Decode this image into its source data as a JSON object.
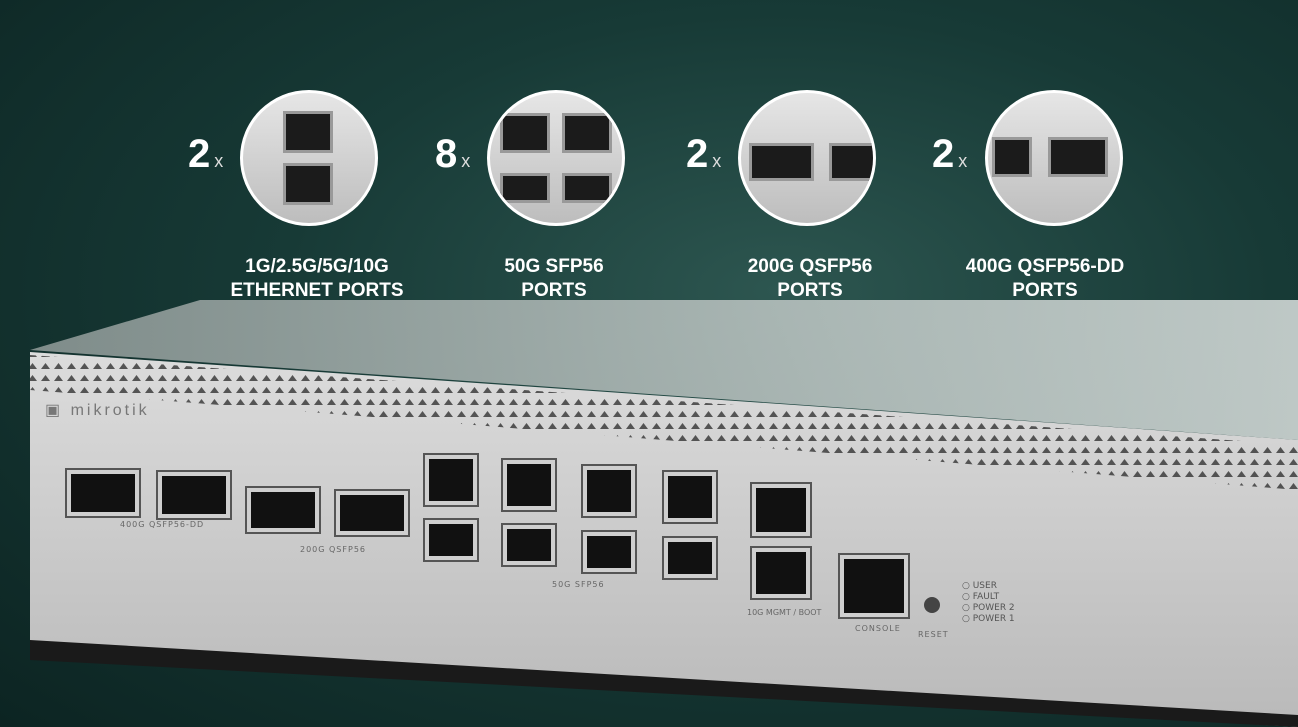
{
  "features": [
    {
      "count": "2",
      "x": "x",
      "label_line1": "1G/2.5G/5G/10G",
      "label_line2": "ETHERNET PORTS"
    },
    {
      "count": "8",
      "x": "x",
      "label_line1": "50G SFP56",
      "label_line2": "PORTS"
    },
    {
      "count": "2",
      "x": "x",
      "label_line1": "200G QSFP56",
      "label_line2": "PORTS"
    },
    {
      "count": "2",
      "x": "x",
      "label_line1": "400G QSFP56-DD",
      "label_line2": "PORTS"
    }
  ],
  "device": {
    "brand": "mikrotik",
    "group_400g": "400G QSFP56-DD",
    "group_200g": "200G QSFP56",
    "group_50g": "50G SFP56",
    "group_mgmt": "10G MGMT / BOOT",
    "console": "CONSOLE",
    "reset": "RESET",
    "leds": [
      "USER",
      "FAULT",
      "POWER 2",
      "POWER 1"
    ]
  }
}
